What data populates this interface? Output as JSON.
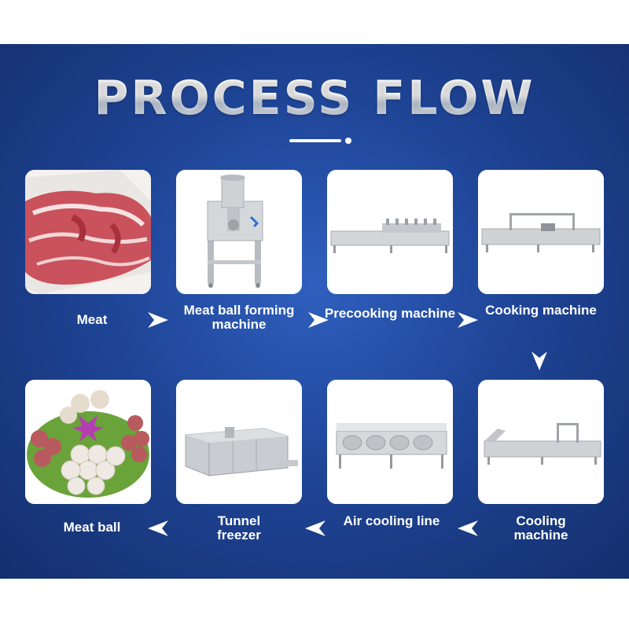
{
  "title": "PROCESS FLOW",
  "steps": [
    {
      "label": "Meat",
      "icon": "raw-meat-photo"
    },
    {
      "label": "Meat ball forming machine",
      "icon": "forming-machine-photo"
    },
    {
      "label": "Precooking machine",
      "icon": "precooking-machine-photo"
    },
    {
      "label": "Cooking machine",
      "icon": "cooking-machine-photo"
    },
    {
      "label": "Cooling machine",
      "icon": "cooling-machine-photo"
    },
    {
      "label": "Air cooling line",
      "icon": "air-cooling-line-photo"
    },
    {
      "label": "Tunnel freezer",
      "icon": "tunnel-freezer-photo"
    },
    {
      "label": "Meat ball",
      "icon": "meat-ball-photo"
    }
  ],
  "colors": {
    "background": "#1f4597",
    "card": "#ffffff",
    "text": "#ffffff",
    "steel": "#c8ccd0"
  }
}
